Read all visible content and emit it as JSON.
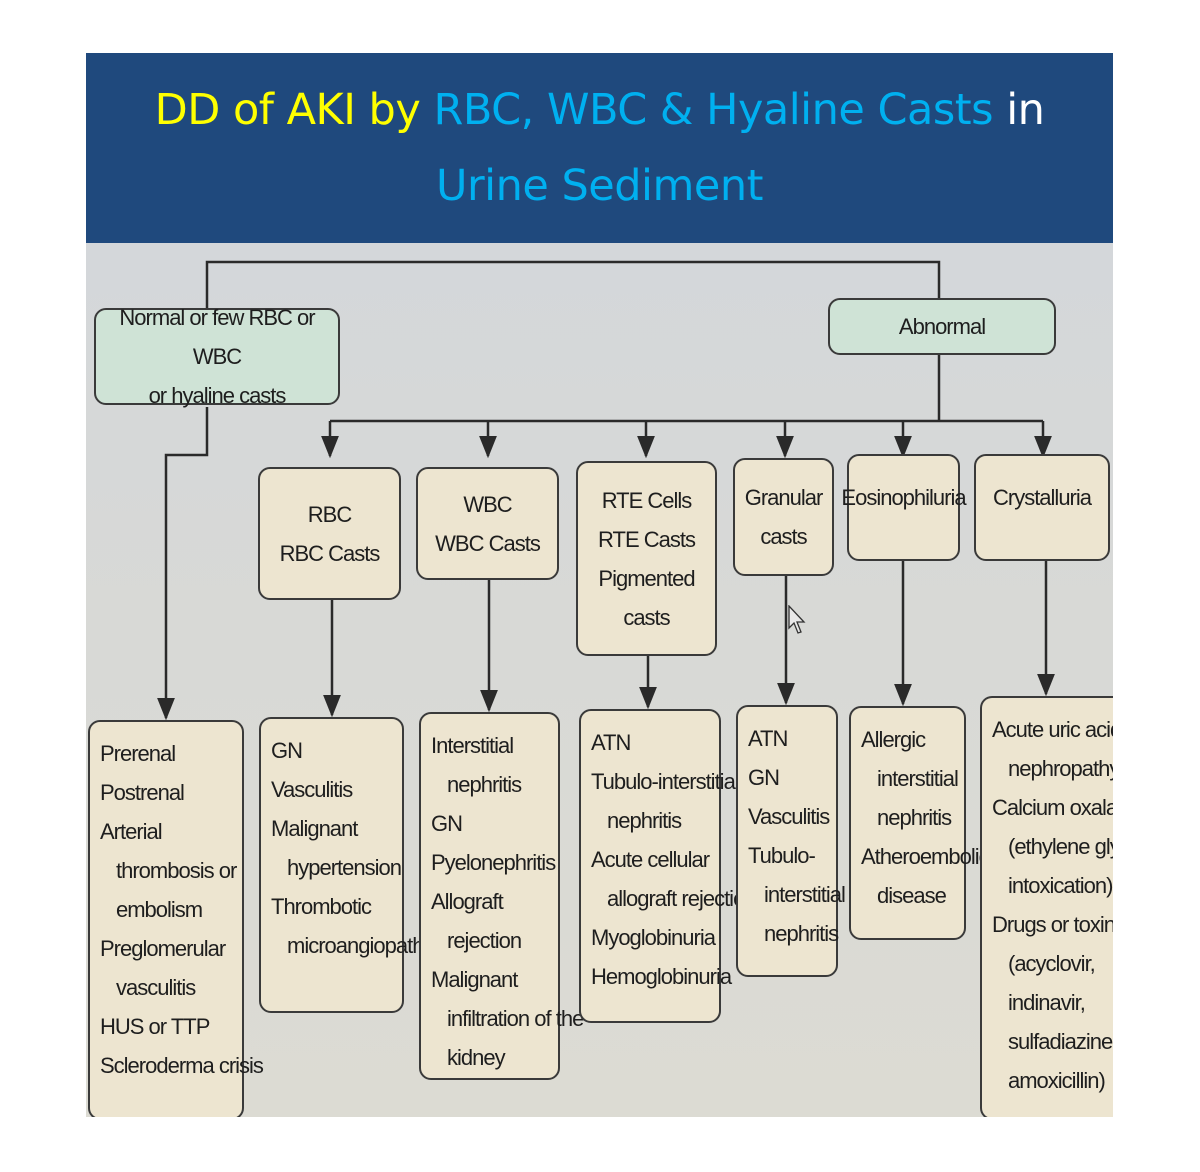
{
  "title": {
    "part1": "DD of AKI by ",
    "part2": "RBC, WBC & Hyaline Casts",
    "part3": " in",
    "line2": "Urine Sediment"
  },
  "colors": {
    "banner_bg": "#1f497d",
    "title_yellow": "#ffff00",
    "title_cyan": "#00b0f0",
    "title_white": "#ffffff",
    "root_box": "#cfe3d6",
    "node_box": "#ede5d0"
  },
  "nodes": {
    "normal": {
      "lines": [
        "Normal or few RBC or WBC",
        "or hyaline casts"
      ]
    },
    "abnormal": {
      "label": "Abnormal"
    },
    "rbc": {
      "lines": [
        "RBC",
        "RBC Casts"
      ]
    },
    "wbc": {
      "lines": [
        "WBC",
        "WBC Casts"
      ]
    },
    "rte": {
      "lines": [
        "RTE Cells",
        "RTE Casts",
        "Pigmented",
        "casts"
      ]
    },
    "granular": {
      "lines": [
        "Granular",
        "casts"
      ]
    },
    "eosinophiluria": {
      "label": "Eosinophiluria"
    },
    "crystalluria": {
      "label": "Crystalluria"
    }
  },
  "outcomes": {
    "normal": [
      "Prerenal",
      "Postrenal",
      "Arterial",
      "thrombosis or",
      "embolism",
      "Preglomerular",
      "vasculitis",
      "HUS or TTP",
      "Scleroderma crisis"
    ],
    "rbc": [
      "GN",
      "Vasculitis",
      "Malignant",
      "hypertension",
      "Thrombotic",
      "microangiopathy"
    ],
    "wbc": [
      "Interstitial",
      "nephritis",
      "GN",
      "Pyelonephritis",
      "Allograft",
      "rejection",
      "Malignant",
      "infiltration of the",
      "kidney"
    ],
    "rte": [
      "ATN",
      "Tubulo-interstitial",
      "nephritis",
      "Acute cellular",
      "allograft rejection",
      "Myoglobinuria",
      "Hemoglobinuria"
    ],
    "granular": [
      "ATN",
      "GN",
      "Vasculitis",
      "Tubulo-",
      "interstitial",
      "nephritis"
    ],
    "eosinophiluria": [
      "Allergic",
      "interstitial",
      "nephritis",
      "Atheroembolic",
      "disease"
    ],
    "crystalluria": [
      "Acute uric acid",
      "nephropathy",
      "Calcium oxalate",
      "(ethylene glycol",
      "intoxication)",
      "Drugs or toxins",
      "(acyclovir,",
      "indinavir,",
      "sulfadiazine,",
      "amoxicillin)"
    ]
  }
}
